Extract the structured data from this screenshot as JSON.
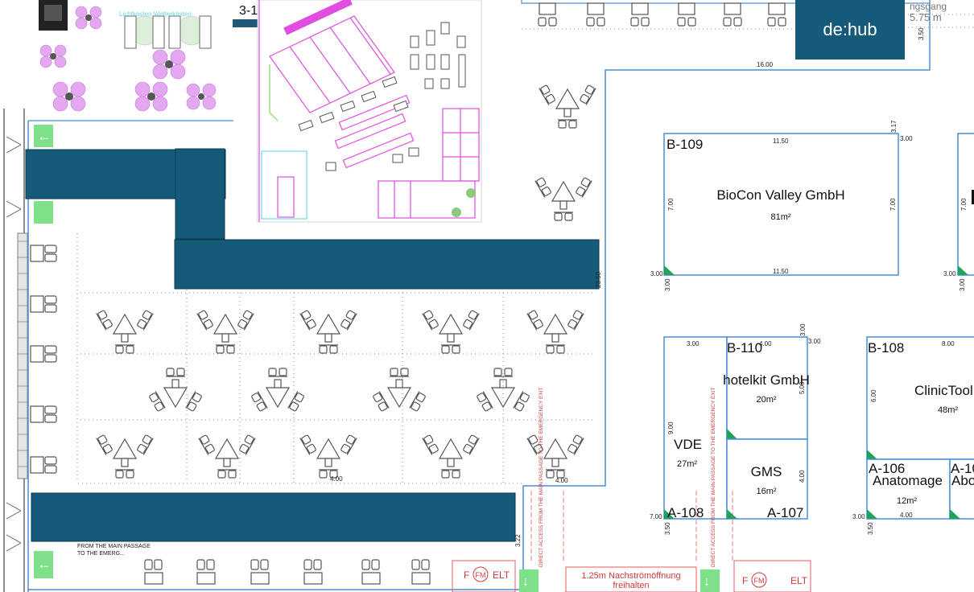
{
  "hub_label": "de:hub",
  "corridor_labels": {
    "top_right_a": "ngsgang",
    "top_right_b": "5.75 m",
    "top_right_c": "3.50",
    "width_16": "16.00",
    "room_3_1": "3-1",
    "lounge_label": "Lichtkasten Wetterkästen",
    "bottom_passage_a": "FROM THE MAIN PASSAGE",
    "bottom_passage_b": "TO THE EMERG...",
    "dim_400_a": "4.00",
    "dim_400_b": "4.00",
    "dim_322": "3.22",
    "vertical_dim": "23.50",
    "direct_access_a": "DIRECT ACCESS FROM THE MAIN PASSAGE TO THE EMERGENCY EXIT",
    "direct_access_b": "DIRECT ACCESS FROM THE MAIN PASSAGE TO THE EMERGENCY EXIT",
    "vent_note_a": "1.25m Nachströmöffnung",
    "vent_note_b": "freihalten",
    "fm_elt_a": "F",
    "fm_a": "FM",
    "elt_a": "ELT",
    "fm_elt_b": "F",
    "fm_b": "FM",
    "elt_b": "ELT"
  },
  "booths": {
    "b109": {
      "id": "B-109",
      "name": "BioCon Valley GmbH",
      "area": "81m²",
      "top": "11.50",
      "bottom": "11.50",
      "left": "7.00",
      "right": "7.00",
      "corner_a": "3.00",
      "corner_b": "3.00",
      "corner_c": "3.17",
      "corner_d": "3.00"
    },
    "b110": {
      "id": "B-110",
      "name": "hotelkit GmbH",
      "area": "20m²",
      "top": "4.00",
      "right": "5.00",
      "corner_a": "3.00",
      "corner_b": "3.00"
    },
    "vde": {
      "name": "VDE",
      "area": "27m²",
      "dim_left": "9.00",
      "dim_top": "3.00"
    },
    "gms": {
      "name": "GMS",
      "area": "16m²",
      "dim_right": "4.00"
    },
    "a108": {
      "id": "A-108",
      "dim_a": "7.00",
      "dim_b": "3.50"
    },
    "a107": {
      "id": "A-107"
    },
    "b108": {
      "id": "B-108",
      "name": "ClinicTool",
      "area": "48m²",
      "top": "8.00",
      "left": "6.00"
    },
    "a106": {
      "id": "A-106",
      "name": "Anatomage",
      "area": "12m²",
      "dim": "4.00",
      "corner_a": "3.00",
      "corner_b": "3.50"
    },
    "a105": {
      "id": "A-10",
      "name": "Abo"
    },
    "next_right": {
      "dim_a": "7.00",
      "dim_b": "3.00",
      "dim_c": "3.00"
    }
  }
}
